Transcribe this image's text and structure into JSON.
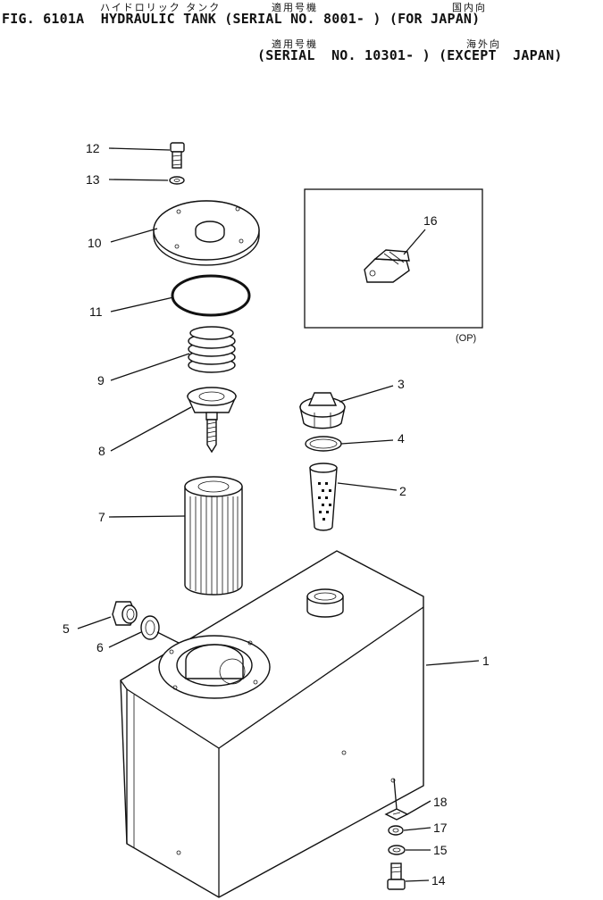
{
  "header": {
    "line1": "FIG. 6101A  HYDRAULIC TANK (SERIAL NO. 8001- ) (FOR JAPAN)",
    "line2": "(SERIAL  NO. 10301- ) (EXCEPT  JAPAN)",
    "kana_part": "ハイドロリック タンク",
    "kana_serial1": "適用号機",
    "kana_domestic": "国内向",
    "kana_serial2": "適用号機",
    "kana_overseas": "海外向"
  },
  "option_box": {
    "label": "(OP)"
  },
  "callouts": {
    "p1": "1",
    "p2": "2",
    "p3": "3",
    "p4": "4",
    "p5": "5",
    "p6": "6",
    "p7": "7",
    "p8": "8",
    "p9": "9",
    "p10": "10",
    "p11": "11",
    "p12": "12",
    "p13": "13",
    "p14": "14",
    "p15": "15",
    "p16": "16",
    "p17": "17",
    "p18": "18"
  }
}
